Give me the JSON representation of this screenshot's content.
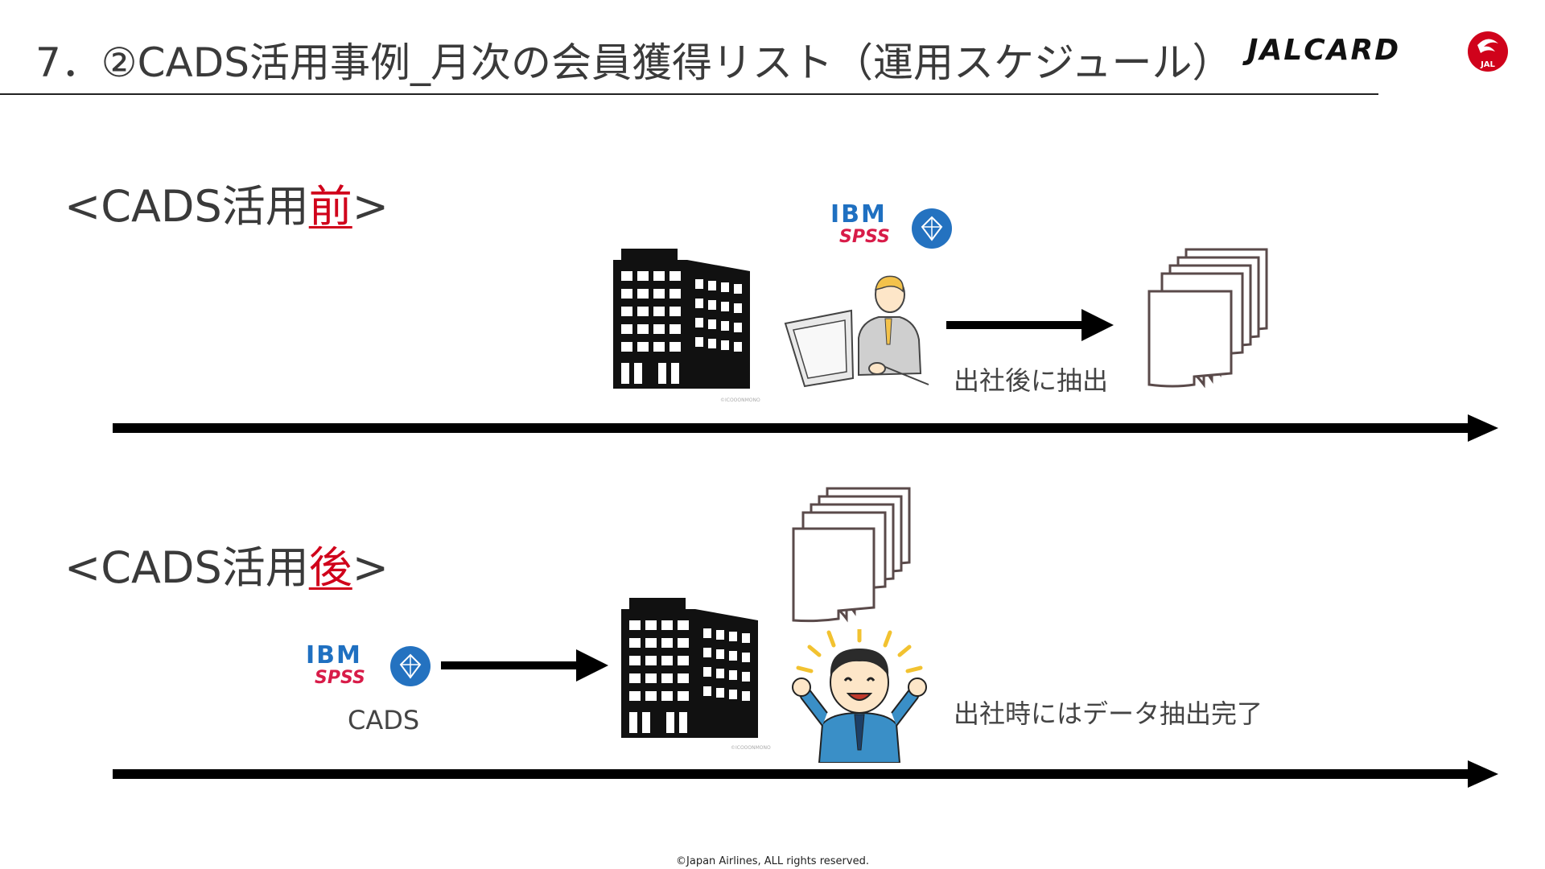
{
  "slide": {
    "title": "7．②CADS活用事例_月次の会員獲得リスト（運用スケジュール）",
    "brand": {
      "wordmark": "JALCARD",
      "emblem_text": "JAL",
      "accent_color": "#d0021b"
    },
    "footer": "©Japan Airlines, ALL rights reserved."
  },
  "before": {
    "heading_prefix": "<CADS活用",
    "heading_accent": "前",
    "heading_suffix": ">",
    "caption": "出社後に抽出",
    "spss": {
      "ibm": "IBM",
      "product": "SPSS"
    },
    "building_credit": "©ICOOONMONO"
  },
  "after": {
    "heading_prefix": "<CADS活用",
    "heading_accent": "後",
    "heading_suffix": ">",
    "caption": "出社時にはデータ抽出完了",
    "spss": {
      "ibm": "IBM",
      "product": "SPSS"
    },
    "spss_label": "CADS",
    "building_credit": "©ICOOONMONO"
  },
  "icons": [
    "building-icon",
    "office-worker-icon",
    "documents-stack-icon",
    "happy-person-icon",
    "spss-diamond-icon",
    "arrow-icon",
    "timeline-arrow"
  ]
}
